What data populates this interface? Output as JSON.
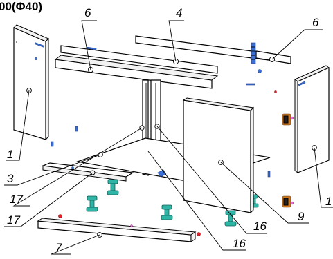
{
  "header": {
    "title_fragment": "00(Φ40)"
  },
  "callouts": [
    {
      "id": "c6a",
      "label": "6"
    },
    {
      "id": "c4",
      "label": "4"
    },
    {
      "id": "c6b",
      "label": "6"
    },
    {
      "id": "c1a",
      "label": "1"
    },
    {
      "id": "c1b",
      "label": "1"
    },
    {
      "id": "c3",
      "label": "3"
    },
    {
      "id": "c17a",
      "label": "17"
    },
    {
      "id": "c17b",
      "label": "17"
    },
    {
      "id": "c16a",
      "label": "16"
    },
    {
      "id": "c16b",
      "label": "16"
    },
    {
      "id": "c9",
      "label": "9"
    },
    {
      "id": "c7",
      "label": "7"
    }
  ],
  "colors": {
    "outline": "#000000",
    "foot": "#2fb4a6",
    "fastener_blue": "#3a6fd8",
    "fastener_red": "#e0202a",
    "fastener_pink": "#e070c8",
    "clamp_orange": "#d07a20"
  }
}
